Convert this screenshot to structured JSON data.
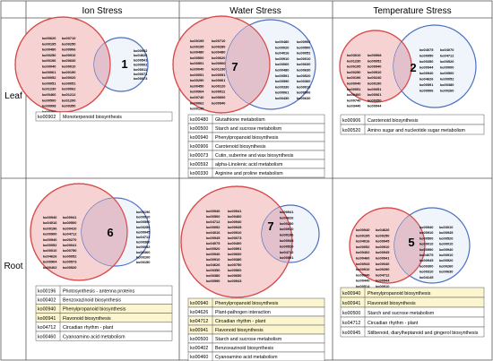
{
  "columns": [
    "Ion Stress",
    "Water Stress",
    "Temperature Stress"
  ],
  "rows": [
    "Leaf",
    "Root"
  ],
  "colors": {
    "red_circle_stroke": "#d94b4b",
    "red_circle_fill": "#f6d2d2",
    "blue_circle_stroke": "#4b6fc0",
    "blue_circle_fill": "#e6ecf8",
    "overlap_fill": "#e3c1cc",
    "highlight": "#fbf6cf",
    "grid_line": "#555555"
  },
  "panels": [
    {
      "id": "leaf-ion",
      "overlap": "1",
      "left_list": [
        "ko00620 ko00710",
        "ko00195 ko00250",
        "ko00480 ko00906",
        "ko00250 ko00910",
        "ko00196 ko00630",
        "ko00040 ko00010",
        "ko00061 ko00190",
        "ko00052 ko00020",
        "ko00051 ko00051",
        "ko01230 ko00062",
        "ko00460 ko01212",
        "ko00500 ko01200",
        "ko00998 ko00350",
        "ko00360"
      ],
      "right_list": [
        "ko00942",
        "ko04626",
        "ko00541",
        "ko00002",
        "ko00011",
        "ko00071",
        "ko00073"
      ],
      "table": [
        {
          "code": "ko00902",
          "name": "Monoterpenoid biosynthesis",
          "hl": false
        }
      ]
    },
    {
      "id": "leaf-water",
      "overlap": "7",
      "left_list": [
        "ko00195 ko00710",
        "ko00195 ko00280",
        "ko00480 ko00480",
        "ko00500 ko00620",
        "ko00591 ko00900",
        "ko00040 ko01230",
        "ko00051 ko00051",
        "ko00290 ko00061",
        "ko00450 ko00120",
        "ko00904 ko00911",
        "ko00740 ko00600",
        "ko00062 ko00940",
        "ko00130"
      ],
      "right_list": [
        "ko00480 ko00902",
        "ko00020 ko00500",
        "ko04016 ko00052",
        "ko00910 ko00010",
        "ko00060 ko00630",
        "ko00480 ko00630",
        "ko00591 ko00520",
        "ko00590 ko00360",
        "ko00330 ko00010",
        "ko00061 ko00906",
        "ko00430 ko00630"
      ],
      "table": [
        {
          "code": "ko00480",
          "name": "Glutathione metabolism",
          "hl": false
        },
        {
          "code": "ko00500",
          "name": "Starch and sucrose metabolism",
          "hl": false
        },
        {
          "code": "ko00940",
          "name": "Phenylpropanoid biosynthesis",
          "hl": false
        },
        {
          "code": "ko00906",
          "name": "Carotenoid biosynthesis",
          "hl": false
        },
        {
          "code": "ko00073",
          "name": "Cutin, suberine and wax biosynthesis",
          "hl": false
        },
        {
          "code": "ko00592",
          "name": "alpha-Linolenic acid metabolism",
          "hl": false
        },
        {
          "code": "ko00330",
          "name": "Arginine and proline metabolism",
          "hl": false
        }
      ]
    },
    {
      "id": "leaf-temp",
      "overlap": "2",
      "left_list": [
        "ko03010 ko00908",
        "ko01230 ko00052",
        "ko00195 ko00940",
        "ko00250 ko00910",
        "ko00196 ko00240",
        "ko00040 ko00190",
        "ko00051 ko00051",
        "ko00400 ko00061",
        "ko00740 ko00350",
        "ko03440 ko00944"
      ],
      "right_list": [
        "ko04075 ko04070",
        "ko00950 ko04712",
        "ko00350 ko00520",
        "ko00944 ko00000",
        "ko00940 ko00500",
        "ko04626 ko00052",
        "ko00591 ko00380",
        "ko00906 ko00260"
      ],
      "table": [
        {
          "code": "ko00906",
          "name": "Carotenoid biosynthesis",
          "hl": false
        },
        {
          "code": "ko00520",
          "name": "Amino sugar and nucleotide sugar metabolism",
          "hl": false
        }
      ]
    },
    {
      "id": "root-ion",
      "overlap": "6",
      "left_list": [
        "ko00940 ko00941",
        "ko04016 ko00500",
        "ko00196 ko00410",
        "ko00900 ko04712",
        "ko00940 ko00270",
        "ko00052 ko00041",
        "ko00010 ko00750",
        "ko04626 ko00052",
        "ko00904 ko00573",
        "ko00402 ko00520"
      ],
      "right_list": [
        "ko00196",
        "ko00910",
        "ko00590",
        "ko00250",
        "ko00945",
        "ko04712",
        "ko00380",
        "ko00052",
        "ko00360",
        "ko00100",
        "ko00150"
      ],
      "table": [
        {
          "code": "ko00196",
          "name": "Photosynthesis - antenna proteins",
          "hl": false
        },
        {
          "code": "ko00402",
          "name": "Benzoxazinoid biosynthesis",
          "hl": false
        },
        {
          "code": "ko00940",
          "name": "Phenylpropanoid biosynthesis",
          "hl": true
        },
        {
          "code": "ko00941",
          "name": "Flavonoid biosynthesis",
          "hl": true
        },
        {
          "code": "ko04712",
          "name": "Circadian rhythm - plant",
          "hl": false
        },
        {
          "code": "ko00460",
          "name": "Cyanoamino acid metabolism",
          "hl": false
        }
      ]
    },
    {
      "id": "root-water",
      "overlap": "7",
      "left_list": [
        "ko00940 ko00941",
        "ko00500 ko00460",
        "ko04712 ko00940",
        "ko00052 ko00945",
        "ko04016 ko00910",
        "ko00945 ko00073",
        "ko04075 ko00400",
        "ko00520 ko00591",
        "ko00940 ko00600",
        "ko00910 ko00380",
        "ko04626 ko00750",
        "ko00350 ko00500",
        "ko00380 ko00650",
        "ko00590 ko00943"
      ],
      "right_list": [
        "ko00941",
        "ko04626",
        "ko00250",
        "ko00910",
        "ko00196",
        "ko00945",
        "ko00520",
        "ko04712",
        "ko00591"
      ],
      "table": [
        {
          "code": "ko00940",
          "name": "Phenylpropanoid biosynthesis",
          "hl": true
        },
        {
          "code": "ko04626",
          "name": "Plant-pathogen interaction",
          "hl": false
        },
        {
          "code": "ko04712",
          "name": "Circadian rhythm - plant",
          "hl": true
        },
        {
          "code": "ko00941",
          "name": "Flavonoid biosynthesis",
          "hl": true
        },
        {
          "code": "ko00500",
          "name": "Starch and sucrose metabolism",
          "hl": false
        },
        {
          "code": "ko00402",
          "name": "Benzoxazinoid biosynthesis",
          "hl": false
        },
        {
          "code": "ko00460",
          "name": "Cyanoamino acid metabolism",
          "hl": false
        }
      ]
    },
    {
      "id": "root-temp",
      "overlap": "5",
      "left_list": [
        "ko00940 ko04626",
        "ko00195 ko00250",
        "ko04016 ko00945",
        "ko00052 ko00910",
        "ko00402 ko00945",
        "ko00460 ko00941",
        "ko00943 ko00040",
        "ko00910 ko00290",
        "ko00940 ko04712",
        "ko00440 ko00944",
        "ko00514 ko00910"
      ],
      "right_list": [
        "ko00940 ko03010",
        "ko00910 ko00945",
        "ko00500 ko00520",
        "ko00010 ko00010",
        "ko00590 ko00940",
        "ko04075 ko00910",
        "ko00945 ko00520",
        "ko00300 ko00260",
        "ko00310 ko00630",
        "ko04145"
      ],
      "table": [
        {
          "code": "ko00940",
          "name": "Phenylpropanoid biosynthesis",
          "hl": true
        },
        {
          "code": "ko00941",
          "name": "Flavonoid biosynthesis",
          "hl": true
        },
        {
          "code": "ko00500",
          "name": "Starch and sucrose metabolism",
          "hl": false
        },
        {
          "code": "ko04712",
          "name": "Circadian rhythm - plant",
          "hl": false
        },
        {
          "code": "ko00945",
          "name": "Stilbenoid, diarylheptanoid and gingerol biosynthesis",
          "hl": false
        }
      ]
    }
  ]
}
